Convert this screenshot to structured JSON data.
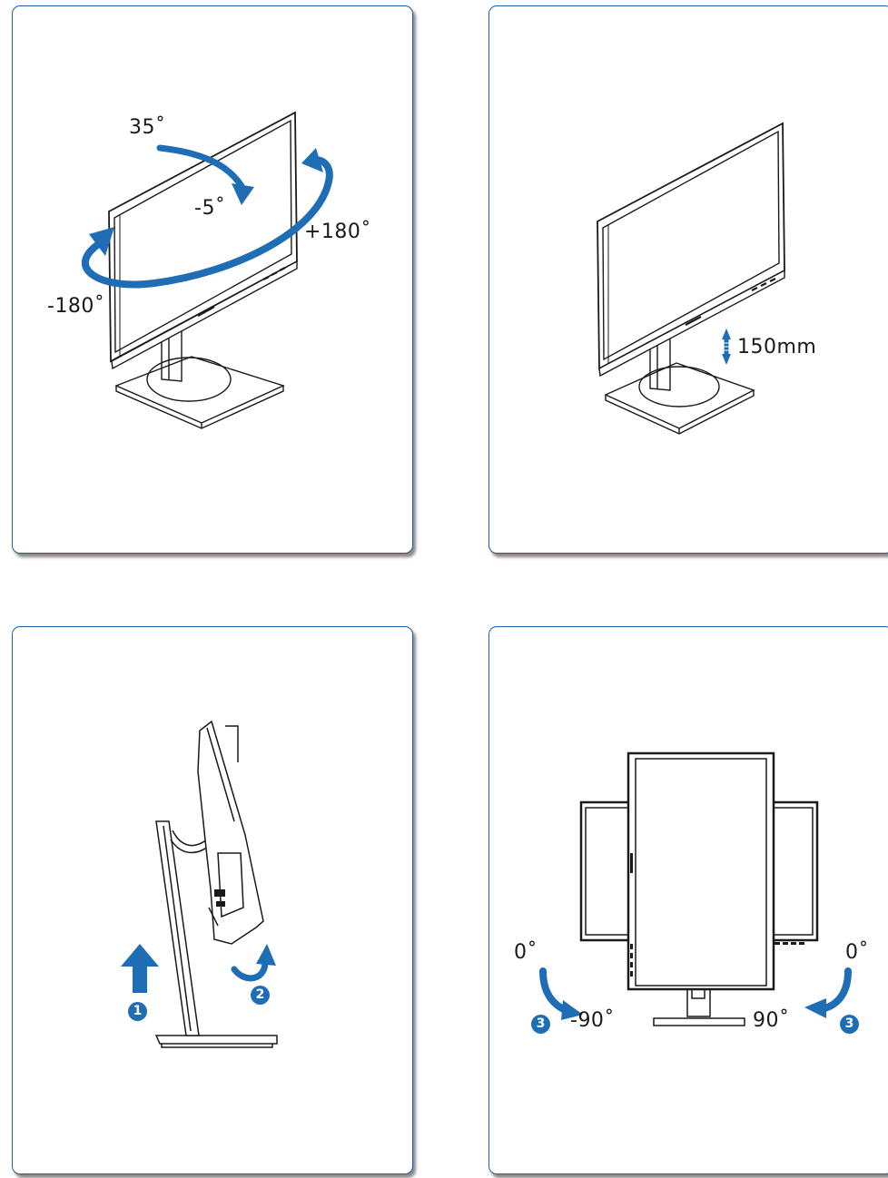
{
  "panel_swivel": {
    "tilt_back": "35˚",
    "tilt_forward": "-5˚",
    "swivel_right": "+180˚",
    "swivel_left": "-180˚"
  },
  "panel_height": {
    "height_adjust": "150mm"
  },
  "panel_side": {
    "step1": "1",
    "step2": "2"
  },
  "panel_pivot": {
    "left_start": "0˚",
    "left_end": "-90˚",
    "right_start": "0˚",
    "right_end": "90˚",
    "step3_left": "3",
    "step3_right": "3"
  },
  "colors": {
    "frame_border": "#1f5fa5",
    "arrow_blue": "#1f6db5",
    "line_art": "#1a1a1a"
  },
  "icons": [
    "swivel-arrow-icon",
    "tilt-arrow-icon",
    "height-arrow-icon",
    "lift-arrow-icon",
    "rotate-arrow-icon",
    "pivot-arrow-icon"
  ]
}
